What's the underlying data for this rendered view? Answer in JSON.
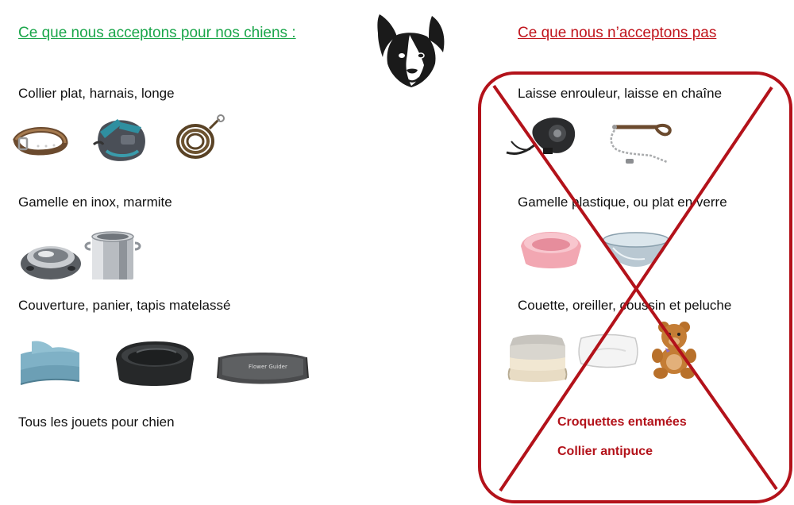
{
  "left": {
    "heading": "Ce que nous acceptons pour nos chiens :",
    "rows": [
      {
        "label": "Collier plat, harnais, longe"
      },
      {
        "label": "Gamelle en inox, marmite"
      },
      {
        "label": "Couverture, panier, tapis matelassé"
      },
      {
        "label": "Tous les jouets pour chien"
      }
    ],
    "cushion_text": "Flower Guider"
  },
  "right": {
    "heading": "Ce que nous n’acceptons pas",
    "rows": [
      {
        "label": "Laisse enrouleur, laisse en chaîne"
      },
      {
        "label": "Gamelle plastique, ou plat en verre"
      },
      {
        "label": "Couette, oreiller, coussin et peluche"
      }
    ],
    "extra": [
      "Croquettes entamées",
      "Collier antipuce"
    ]
  },
  "colors": {
    "accepted": "#1aa64a",
    "refused": "#c0141c"
  },
  "logo": {
    "icon": "dog-head-icon"
  }
}
